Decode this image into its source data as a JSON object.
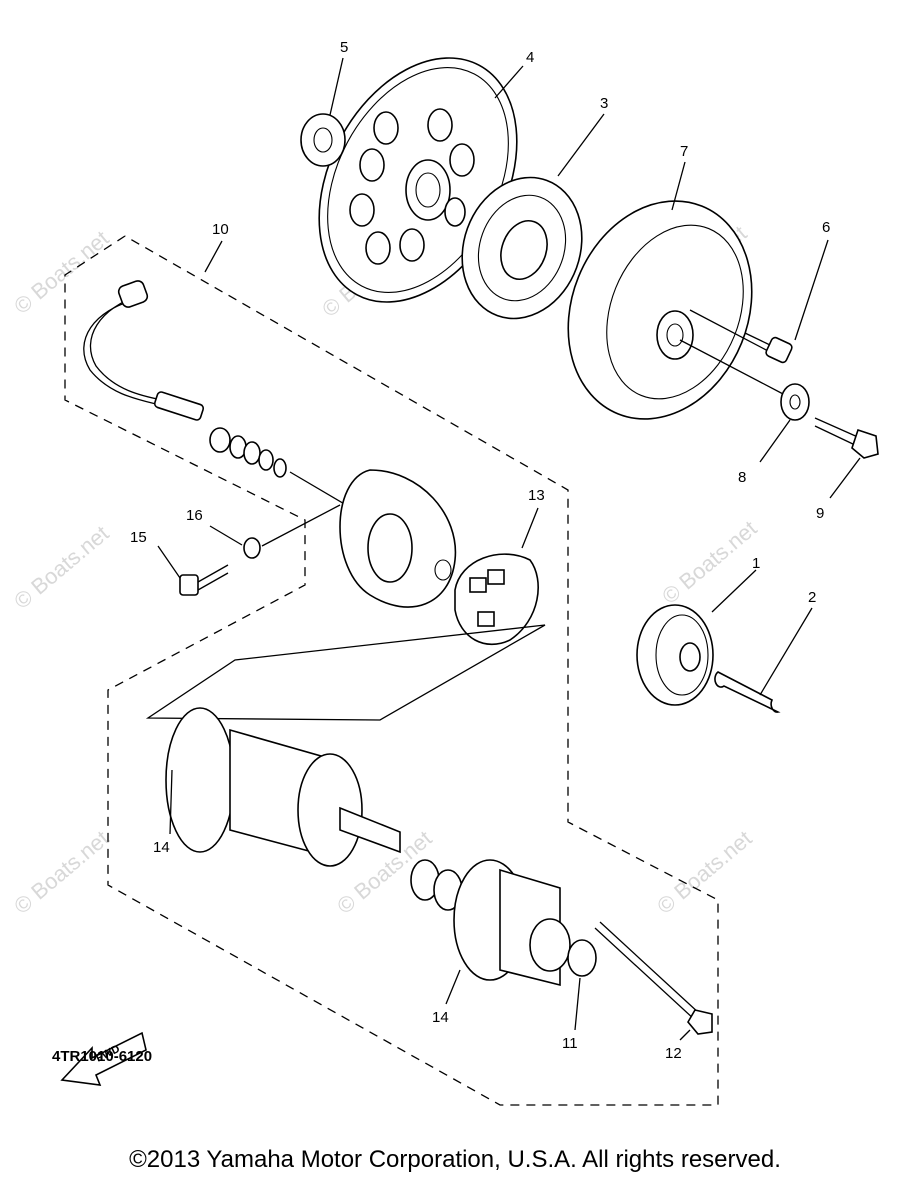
{
  "diagram": {
    "part_callouts": {
      "p1": "1",
      "p2": "2",
      "p3": "3",
      "p4": "4",
      "p5": "5",
      "p6": "6",
      "p7": "7",
      "p8": "8",
      "p9": "9",
      "p10": "10",
      "p11": "11",
      "p12": "12",
      "p13": "13",
      "p14a": "14",
      "p14b": "14",
      "p15": "15",
      "p16": "16"
    },
    "fwd_label": "FWD",
    "diagram_code": "4TR1010-6120",
    "watermark": "© Boats.net"
  },
  "footer": {
    "copyright": "©2013 Yamaha Motor Corporation, U.S.A. All rights reserved."
  }
}
